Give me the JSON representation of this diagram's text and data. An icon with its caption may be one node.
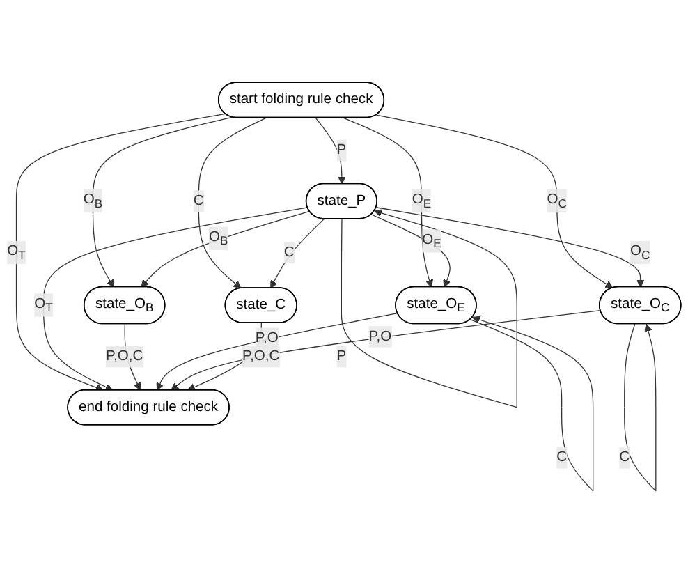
{
  "diagram": {
    "nodes": [
      {
        "text": [
          "start folding rule check"
        ]
      },
      {
        "text": [
          "state_P"
        ]
      },
      {
        "text": [
          "state_O$_{B}$"
        ]
      },
      {
        "text": [
          "state_O$_{E}$"
        ]
      },
      {
        "text": [
          "state_O$_{C}$"
        ]
      },
      {
        "text": [
          "state_C"
        ]
      },
      {
        "text": [
          "end folding rule check"
        ]
      }
    ],
    "edges": [
      {
        "from": 0,
        "to": 2,
        "arrow": "to",
        "label": "O$_{B}$"
      },
      {
        "from": 0,
        "to": 3,
        "arrow": "to",
        "label": "O$_{E}$"
      },
      {
        "from": 0,
        "to": 1,
        "arrow": "to",
        "label": "P"
      },
      {
        "from": 0,
        "to": 4,
        "arrow": "to",
        "label": "O$_{C}$"
      },
      {
        "from": 0,
        "to": 6,
        "arrow": "to",
        "label": "O$_{T}$"
      },
      {
        "from": 0,
        "to": 5,
        "arrow": "to",
        "label": "C"
      },
      {
        "from": 1,
        "to": 1,
        "arrow": "to",
        "label": "P"
      },
      {
        "from": 1,
        "to": 2,
        "arrow": "to",
        "label": "O$_{B}$"
      },
      {
        "from": 1,
        "to": 3,
        "arrow": "to",
        "label": "O$_{E}$"
      },
      {
        "from": 1,
        "to": 6,
        "arrow": "to",
        "label": "O$_{T}$"
      },
      {
        "from": 1,
        "to": 4,
        "arrow": "to",
        "label": "O$_{C}$"
      },
      {
        "from": 1,
        "to": 5,
        "arrow": "to",
        "label": "C"
      },
      {
        "from": 3,
        "to": 3,
        "arrow": "to",
        "label": "C"
      },
      {
        "from": 4,
        "to": 4,
        "arrow": "to",
        "label": "C"
      },
      {
        "from": 2,
        "to": 6,
        "arrow": "to",
        "label": "P,O,C"
      },
      {
        "from": 3,
        "to": 6,
        "arrow": "to",
        "label": "P,O"
      },
      {
        "from": 4,
        "to": 6,
        "arrow": "to",
        "label": "P,O"
      },
      {
        "from": 5,
        "to": 6,
        "arrow": "to",
        "label": "P,O,C"
      }
    ]
  }
}
